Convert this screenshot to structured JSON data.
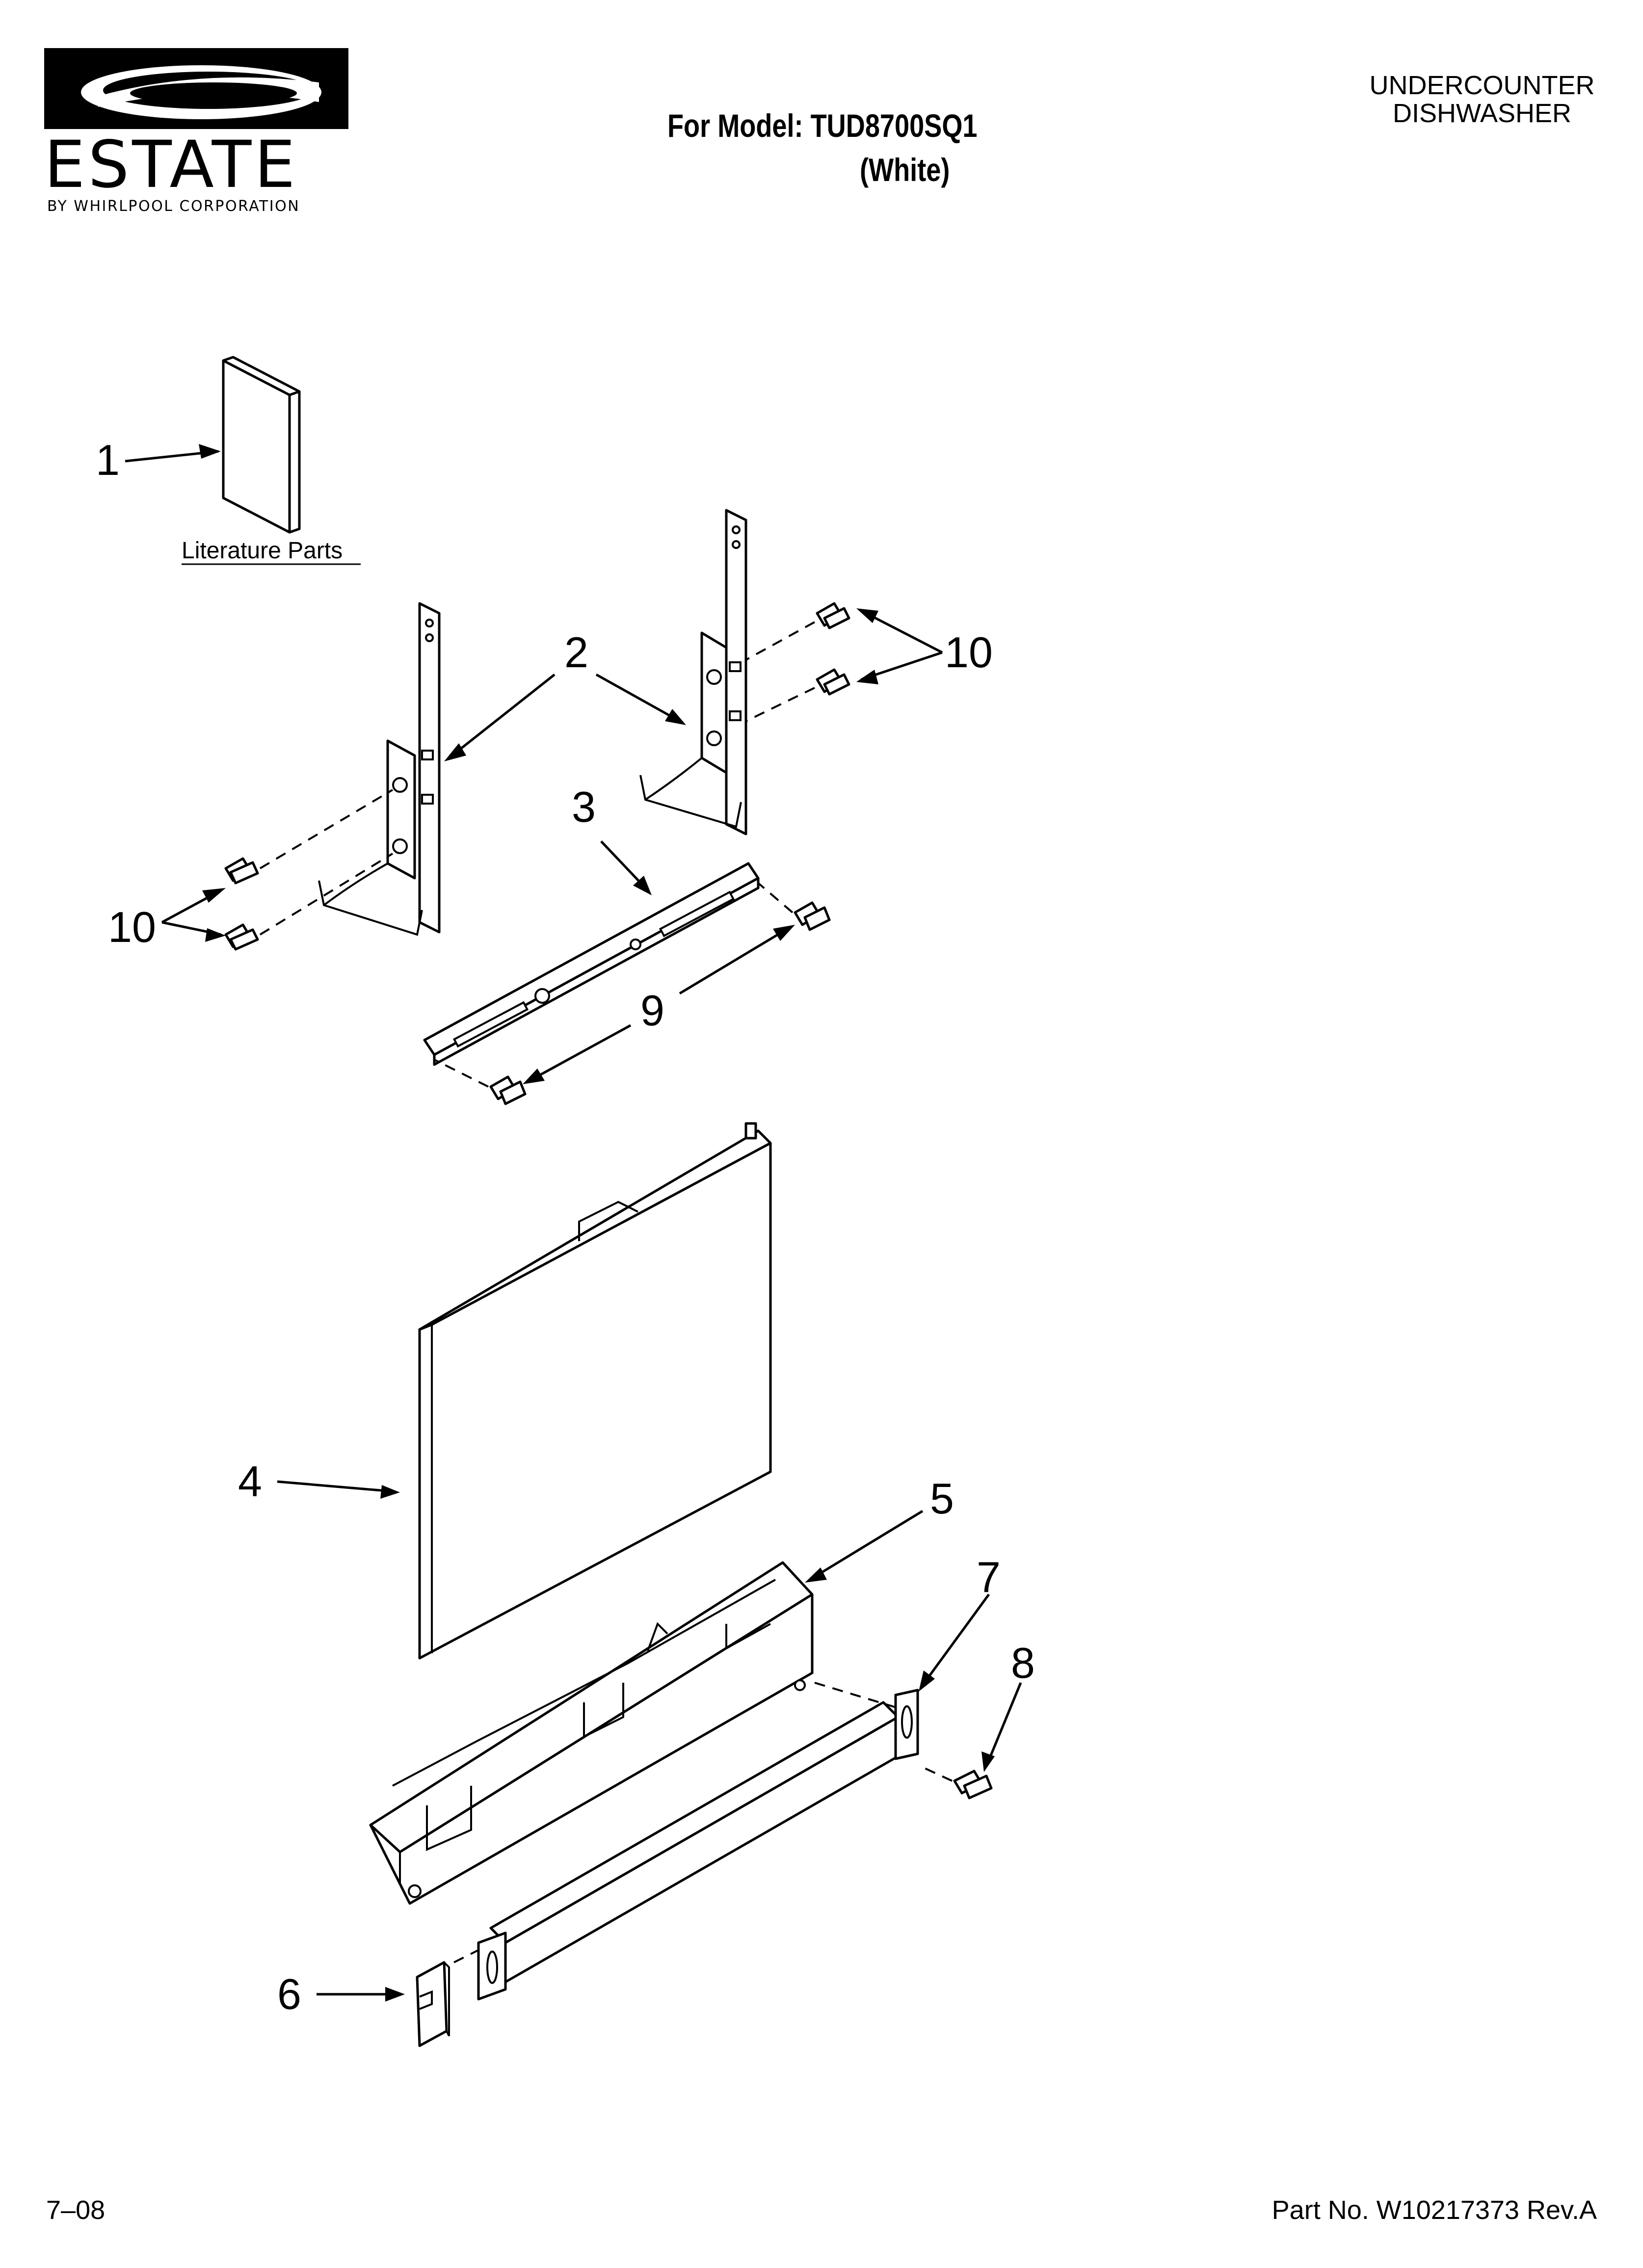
{
  "header": {
    "brand": "ESTATE",
    "brand_sub": "BY WHIRLPOOL CORPORATION",
    "model_line": "For Model: TUD8700SQ1",
    "color_line": "(White)",
    "product_type_line1": "UNDERCOUNTER",
    "product_type_line2": "DISHWASHER"
  },
  "literature_label": "Literature Parts",
  "callouts": {
    "c1": "1",
    "c2": "2",
    "c3": "3",
    "c4": "4",
    "c5": "5",
    "c6": "6",
    "c7": "7",
    "c8": "8",
    "c9": "9",
    "c10a": "10",
    "c10b": "10"
  },
  "footer": {
    "date": "7–08",
    "part_number": "Part No. W10217373 Rev.A"
  }
}
